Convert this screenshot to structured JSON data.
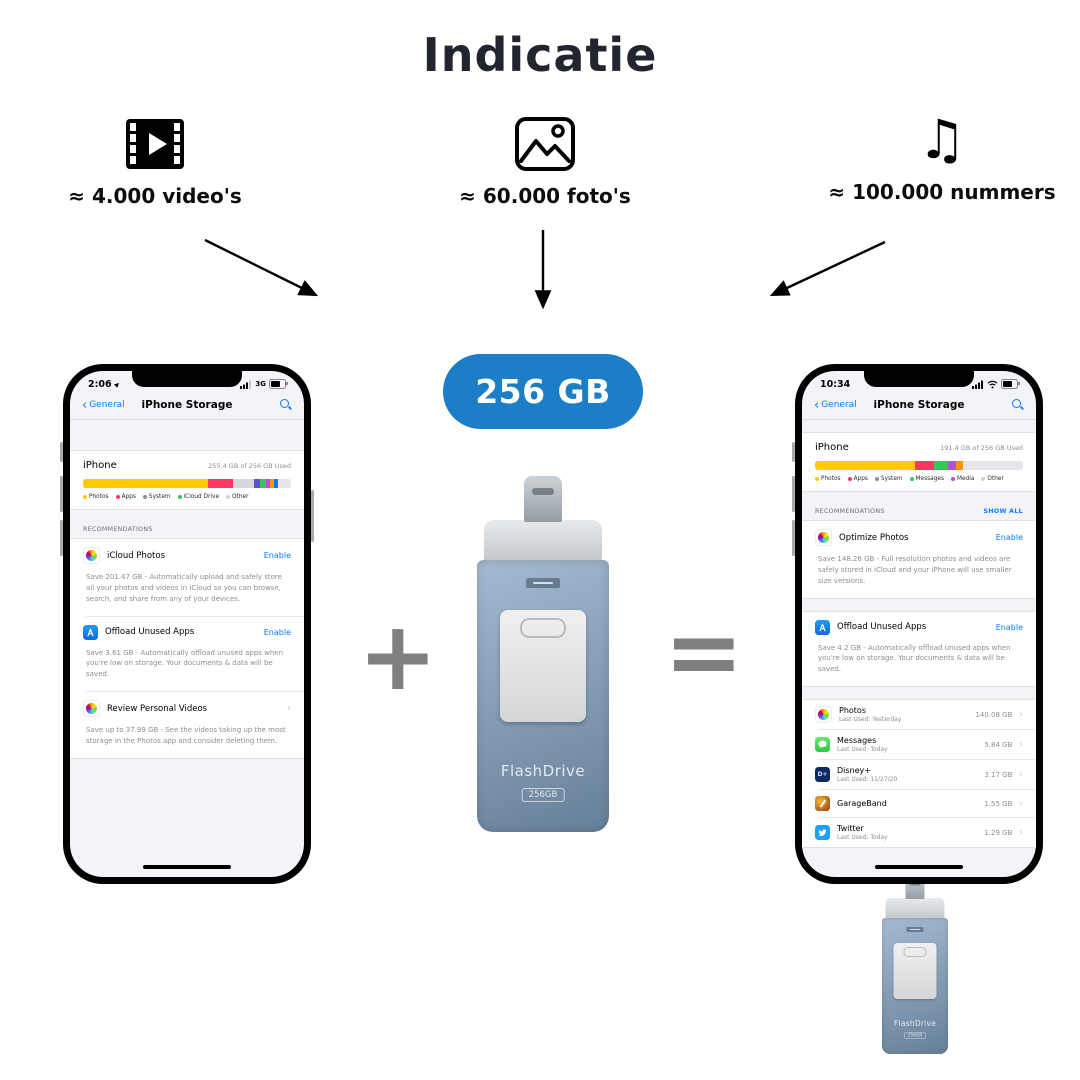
{
  "title": "Indicatie",
  "capacity": [
    {
      "name": "videos",
      "label": "≈ 4.000 video's"
    },
    {
      "name": "photos",
      "label": "≈ 60.000 foto's"
    },
    {
      "name": "music",
      "label": "≈ 100.000 nummers"
    }
  ],
  "badge": {
    "label": "256 GB",
    "color": "#1b7ec6"
  },
  "operators": {
    "plus": "+",
    "equals": "="
  },
  "flashdrive": {
    "brand": "FlashDrive",
    "capacity_label": "256GB",
    "body_color": "#7d9cbb"
  },
  "icons": {
    "music_note": "♫",
    "back_chevron": "‹",
    "chevron_right": "›",
    "location_arrow": "▶"
  },
  "left_phone": {
    "status": {
      "time": "2:06",
      "network": "3G"
    },
    "nav": {
      "back": "General",
      "title": "iPhone Storage"
    },
    "device": {
      "name": "iPhone",
      "used": "255.4 GB of 256 GB Used"
    },
    "storage_segments": [
      {
        "color": "#ffcc00",
        "pct": 60
      },
      {
        "color": "#ff375f",
        "pct": 12
      },
      {
        "color": "#d8d8dc",
        "pct": 10
      },
      {
        "color": "#5856d6",
        "pct": 3
      },
      {
        "color": "#34c759",
        "pct": 3
      },
      {
        "color": "#af52de",
        "pct": 2
      },
      {
        "color": "#ff9500",
        "pct": 2
      },
      {
        "color": "#007aff",
        "pct": 2
      },
      {
        "color": "#e5e5ea",
        "pct": 6
      }
    ],
    "legend": [
      {
        "label": "Photos",
        "color": "#ffcc00"
      },
      {
        "label": "Apps",
        "color": "#ff375f"
      },
      {
        "label": "System",
        "color": "#8e8e93"
      },
      {
        "label": "iCloud Drive",
        "color": "#34c759"
      },
      {
        "label": "Other",
        "color": "#d1d1d6"
      }
    ],
    "recommendations_header": "RECOMMENDATIONS",
    "recommendations": [
      {
        "title": "iCloud Photos",
        "action": "Enable",
        "description": "Save 201.47 GB - Automatically upload and safely store all your photos and videos in iCloud so you can browse, search, and share from any of your devices."
      },
      {
        "title": "Offload Unused Apps",
        "action": "Enable",
        "description": "Save 3.61 GB - Automatically offload unused apps when you're low on storage. Your documents & data will be saved."
      },
      {
        "title": "Review Personal Videos",
        "action": "›",
        "description": "Save up to 37.99 GB - See the videos taking up the most storage in the Photos app and consider deleting them."
      }
    ]
  },
  "right_phone": {
    "status": {
      "time": "10:34"
    },
    "nav": {
      "back": "General",
      "title": "iPhone Storage"
    },
    "device": {
      "name": "iPhone",
      "used": "191.4 GB of 256 GB Used"
    },
    "storage_segments": [
      {
        "color": "#ffcc00",
        "pct": 48
      },
      {
        "color": "#ff375f",
        "pct": 9
      },
      {
        "color": "#34c759",
        "pct": 7
      },
      {
        "color": "#af52de",
        "pct": 4
      },
      {
        "color": "#ff9500",
        "pct": 3
      },
      {
        "color": "#e5e5ea",
        "pct": 29
      }
    ],
    "legend": [
      {
        "label": "Photos",
        "color": "#ffcc00"
      },
      {
        "label": "Apps",
        "color": "#ff375f"
      },
      {
        "label": "System",
        "color": "#8e8e93"
      },
      {
        "label": "Messages",
        "color": "#34c759"
      },
      {
        "label": "Media",
        "color": "#af52de"
      },
      {
        "label": "Other",
        "color": "#d1d1d6"
      }
    ],
    "recommendations_header": "RECOMMENDATIONS",
    "show_all": "SHOW ALL",
    "recommendations": [
      {
        "title": "Optimize Photos",
        "action": "Enable",
        "description": "Save 148.26 GB - Full resolution photos and videos are safely stored in iCloud and your iPhone will use smaller size versions."
      },
      {
        "title": "Offload Unused Apps",
        "action": "Enable",
        "description": "Save 4.2 GB - Automatically offload unused apps when you're low on storage. Your documents & data will be saved."
      }
    ],
    "apps": [
      {
        "name": "Photos",
        "sub": "Last Used: Yesterday",
        "size": "140.08 GB"
      },
      {
        "name": "Messages",
        "sub": "Last Used: Today",
        "size": "5.84 GB"
      },
      {
        "name": "Disney+",
        "sub": "Last Used: 11/27/20",
        "size": "3.17 GB"
      },
      {
        "name": "GarageBand",
        "size": "1.55 GB"
      },
      {
        "name": "Twitter",
        "sub": "Last Used: Today",
        "size": "1.29 GB"
      }
    ]
  }
}
